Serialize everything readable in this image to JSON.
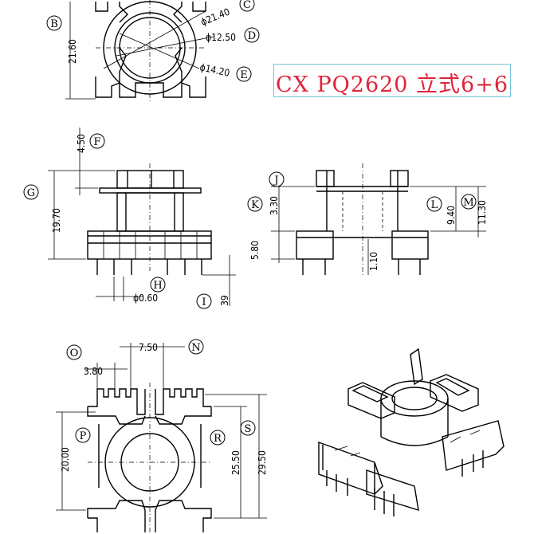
{
  "title": "CX PQ2620 立式6+6",
  "colors": {
    "title": "#e0233a",
    "title_border": "#6fc6d6",
    "line": "#000000"
  },
  "dimensions": {
    "c": "ϕ21.40",
    "d": "ϕ12.50",
    "e": "ϕ14.20",
    "b": "21.60",
    "f": "4.50",
    "g": "19.70",
    "h": "ϕ0.60",
    "i": "39",
    "j": "3.30",
    "k": "5.80",
    "l": "9.40",
    "m": "11.30",
    "t": "1.10",
    "n": "7.50",
    "o": "3.80",
    "p": "20.00",
    "r": "25.50",
    "s": "29.50"
  },
  "callouts": [
    "B",
    "C",
    "D",
    "E",
    "F",
    "G",
    "H",
    "I",
    "J",
    "K",
    "L",
    "M",
    "N",
    "O",
    "P",
    "R",
    "S"
  ]
}
